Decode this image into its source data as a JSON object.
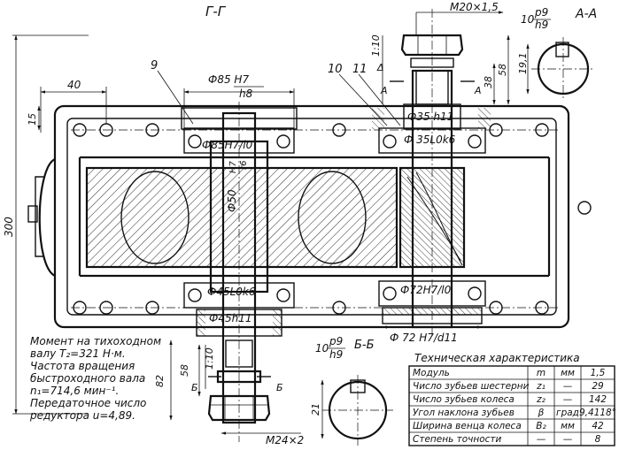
{
  "drawing": {
    "section_title": "Г-Г",
    "aa_title": "А-А",
    "notes": {
      "l1": "Момент на тихоходном",
      "l2": "валу T₂=321 Н·м.",
      "l3": "Частота вращения",
      "l4": "быстроходного вала",
      "l5": "n₁=714,6 мин⁻¹.",
      "l6": "Передаточное число",
      "l7": "редуктора u=4,89."
    },
    "dims": {
      "m20": "М20×1,5",
      "m24": "М24×2",
      "d85h7": "Ф85 H7",
      "d85h8": "h8",
      "d85h7l0": "Ф85H7/l0",
      "d50h7": "Ф50",
      "d50h7b": "H7",
      "d50h7c": "r6",
      "d45l0k6": "Ф45L0k6",
      "d45h11": "Ф45h11",
      "d35h11": "Ф35 h11",
      "d35l0k6": "Ф 35L0k6",
      "d72h7l0": "Ф72H7/l0",
      "d72h7d11": "Ф 72 H7/d11",
      "p9": "p9",
      "h9": "h9",
      "ten": "10",
      "ten_b": "10",
      "forty": "40",
      "fifteen": "15",
      "three_hundred": "300",
      "thirty_eight": "38",
      "fifty_eight": "58",
      "fifty_eight_b": "58",
      "nineteen": "19,1",
      "eighty_two": "82",
      "twenty_one": "21",
      "taper_top": "1:10",
      "taper_bottom": "1:10",
      "bb": "Б-Б",
      "mark_b1": "Б",
      "mark_b2": "Б",
      "mark_a1": "А",
      "mark_a2": "А",
      "delta": "Δ"
    },
    "callouts": {
      "c9": "9",
      "c10": "10",
      "c11": "11"
    }
  },
  "spec_table": {
    "title": "Техническая характеристика",
    "rows": [
      {
        "name": "Модуль",
        "symbol": "m",
        "unit": "мм",
        "value": "1,5"
      },
      {
        "name": "Число зубьев шестерни",
        "symbol": "z₁",
        "unit": "—",
        "value": "29"
      },
      {
        "name": "Число зубьев колеса",
        "symbol": "z₂",
        "unit": "—",
        "value": "142"
      },
      {
        "name": "Угол наклона зубьев",
        "symbol": "β",
        "unit": "град",
        "value": "9,4118°"
      },
      {
        "name": "Ширина венца колеса",
        "symbol": "B₂",
        "unit": "мм",
        "value": "42"
      },
      {
        "name": "Степень точности",
        "symbol": "—",
        "unit": "—",
        "value": "8"
      }
    ]
  }
}
